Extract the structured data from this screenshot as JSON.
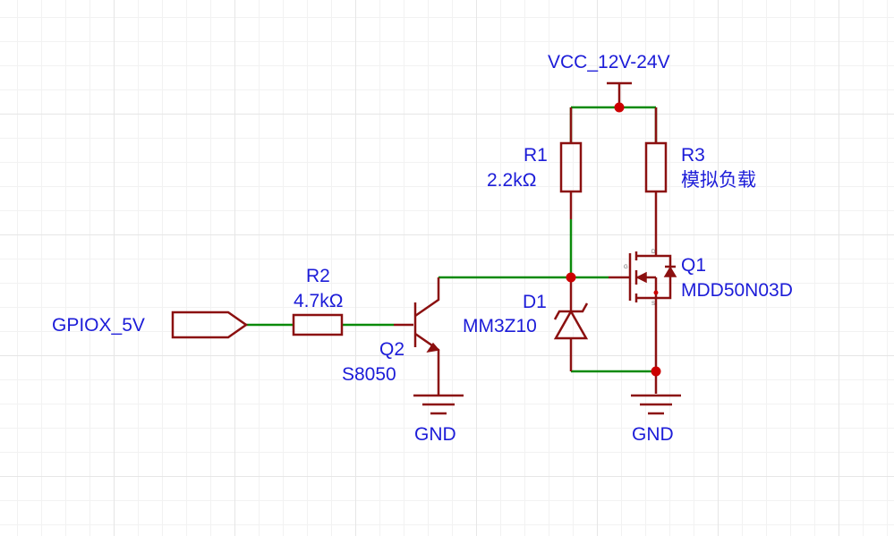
{
  "labels": {
    "vcc": "VCC_12V-24V",
    "r1_ref": "R1",
    "r1_val": "2.2kΩ",
    "r3_ref": "R3",
    "r3_val": "模拟负载",
    "r2_ref": "R2",
    "r2_val": "4.7kΩ",
    "gpio": "GPIOX_5V",
    "q2_ref": "Q2",
    "q2_val": "S8050",
    "d1_ref": "D1",
    "d1_val": "MM3Z10",
    "q1_ref": "Q1",
    "q1_val": "MDD50N03D",
    "gnd_left": "GND",
    "gnd_right": "GND"
  },
  "pin_labels": {
    "g": "G",
    "d": "D",
    "s": "S"
  },
  "colors": {
    "wire": "#0a8a0a",
    "component": "#8b1010",
    "junction": "#cc0000",
    "text": "#1c1cd8"
  }
}
